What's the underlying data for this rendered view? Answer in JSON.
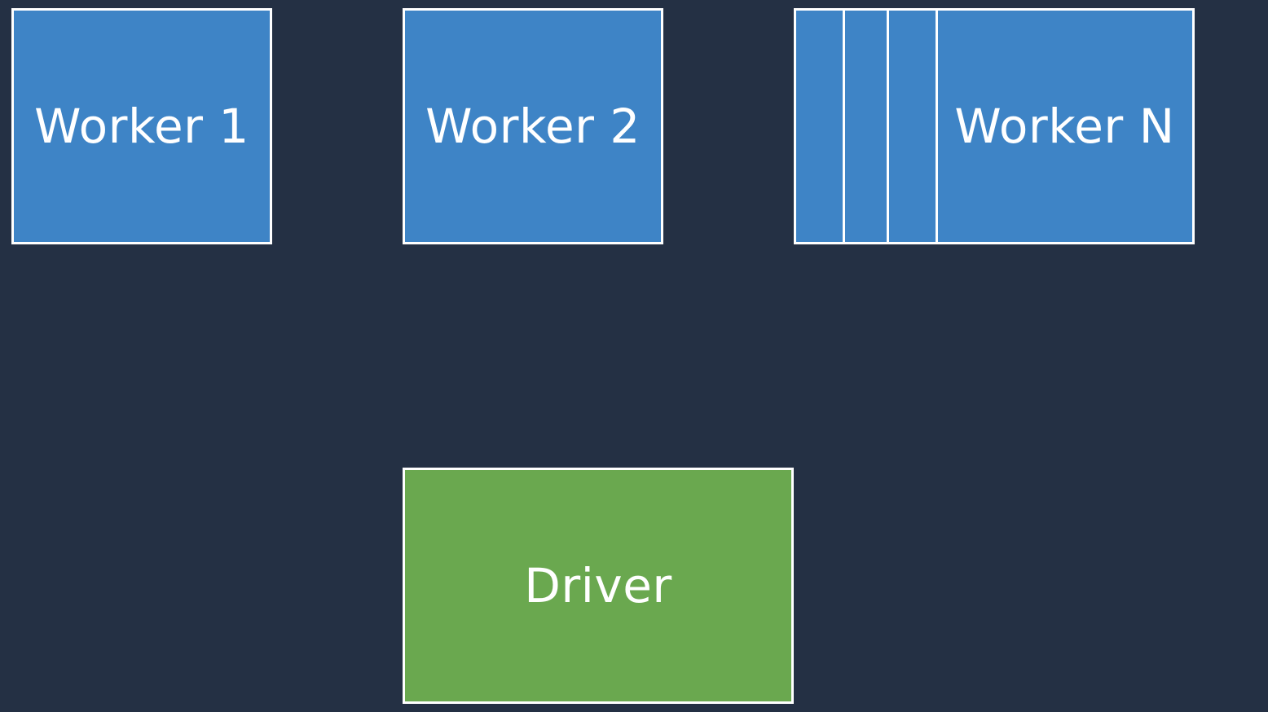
{
  "colors": {
    "background": "#243044",
    "worker_fill": "#3e84c6",
    "driver_fill": "#6aa84f",
    "border": "#ffffff",
    "text": "#ffffff"
  },
  "workers": [
    {
      "label": "Worker 1"
    },
    {
      "label": "Worker 2"
    },
    {
      "label": "Worker N",
      "partitions": 4
    }
  ],
  "driver": {
    "label": "Driver"
  }
}
